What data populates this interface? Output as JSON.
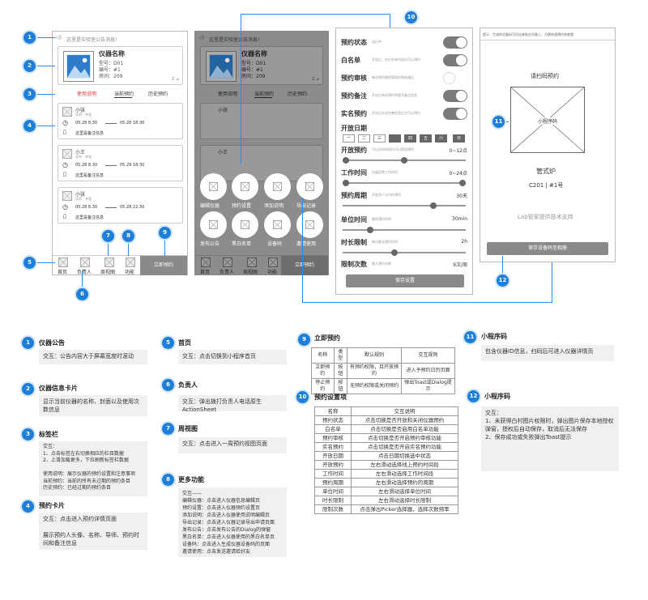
{
  "screen1": {
    "notice": "这里是实验室公告消息!",
    "device_name": "仪器名称",
    "model": "型号：D01",
    "number": "编号：#1",
    "room": "房间：209",
    "page_counter": "2 ⊿",
    "tabs": [
      "使用说明",
      "当前预约",
      "历史预约"
    ],
    "cards": [
      {
        "name": "小张",
        "sub": "导师：李强",
        "start": "05.28 8:30",
        "end": "05.28 18:30",
        "note": "这里是备注信息"
      },
      {
        "name": "小王",
        "sub": "导师：李强",
        "start": "05.28 8:30",
        "end": "05.29 18:30",
        "note": "这里是备注信息"
      },
      {
        "name": "小张",
        "sub": "导师：李强",
        "start": "05.28 8:30",
        "end": "05.28 22:30",
        "note": "这里是备注信息"
      }
    ],
    "nav": [
      "首页",
      "负责人",
      "周视图",
      "功能"
    ],
    "book_button": "立即预约"
  },
  "screen2": {
    "notice": "这里是实验室公告消息!",
    "device_name": "仪器名称",
    "model": "型号：D01",
    "number": "编号：#1",
    "room": "房间：209",
    "page_counter": "2 ⊿",
    "tabs": [
      "使用说明",
      "当前预约",
      "历史预约"
    ],
    "card_names": [
      "小张",
      "小王"
    ],
    "menu": [
      "编辑仪器",
      "预约设置",
      "添加说明",
      "导出记录",
      "发布公告",
      "黑白名单",
      "设备码",
      "邀请使用"
    ],
    "nav": [
      "首页",
      "负责人",
      "周视图",
      "功能"
    ],
    "book_button": "立即预约"
  },
  "screen3": {
    "rows": [
      {
        "label": "预约状态",
        "desc": "运行中",
        "on": true
      },
      {
        "label": "白名单",
        "desc": "开启后，仅白名单内成员可以预约",
        "on": true
      },
      {
        "label": "预约审核",
        "desc": "每次预约需经管理员审核通过",
        "on": false
      },
      {
        "label": "预约备注",
        "desc": "开启后每次预约时填写备注信息",
        "on": true
      },
      {
        "label": "实名预约",
        "desc": "开启后必须完善信息后才可以预约",
        "on": true
      }
    ],
    "open_date_label": "开放日期",
    "days": [
      "一",
      "二",
      "三",
      "四",
      "五",
      "六",
      "日"
    ],
    "sliders": [
      {
        "label": "开放预约",
        "desc": "可以在时间段内可以提前预约",
        "value": "0~12点"
      },
      {
        "label": "工作时间",
        "desc": "仪器运转工作时间",
        "value": "0~24点"
      },
      {
        "label": "预约周期",
        "desc": "开放多少天内的预约",
        "value": "30天"
      },
      {
        "label": "单位时间",
        "desc": "最短预约时间",
        "value": "30min"
      },
      {
        "label": "时长限制",
        "desc": "每次最长预约时间",
        "value": "2h"
      }
    ],
    "times_label": "限制次数",
    "times_desc": "最大预约次数",
    "times_value": "9次/周",
    "save_button": "保存设置"
  },
  "screen4": {
    "tip": "提示：生成的设备码可印出来贴在设备上，方便快速预约和查看",
    "title": "请扫码预约",
    "qr_label": "小程序码",
    "device": "管式炉",
    "location": "C201 | #1号",
    "support": "Lab管家提供技术支持",
    "save_button": "保存设备码至相册"
  },
  "badges": [
    "1",
    "2",
    "3",
    "4",
    "5",
    "6",
    "7",
    "8",
    "9",
    "10",
    "11",
    "12"
  ],
  "annotations": {
    "a1": {
      "num": "1",
      "title": "仪器公告",
      "body": "交互：公告内容大于屏幕宽度时滚动"
    },
    "a2": {
      "num": "2",
      "title": "仪器信息卡片",
      "body": "显示当前仪器的名称、封面以及使用次数信息"
    },
    "a3": {
      "num": "3",
      "title": "标签栏",
      "body": "交互：\n1、点击标签左右切换相应的栏目数据\n2、上滑加载更多，下拉刷新标签栏数据\n\n使用说明：展示仪器的预约设置和注意事项\n当前预约：当前的所有未过期的预约条目\n历史预约：已经过期的预约条目"
    },
    "a4": {
      "num": "4",
      "title": "预约卡片",
      "body": "交互：点击进入预约详情页面\n\n展示预约人头像、名称、导师、预约时间和备注信息"
    },
    "a5": {
      "num": "5",
      "title": "首页",
      "body": "交互：点击切换到小程序首页"
    },
    "a6": {
      "num": "6",
      "title": "负责人",
      "body": "交互：弹出拨打负责人电话原生ActionSheet"
    },
    "a7": {
      "num": "7",
      "title": "周视图",
      "body": "交互：点击进入一周预约视图页面"
    },
    "a8": {
      "num": "8",
      "title": "更多功能",
      "body": "交互——\n编辑仪器：点击进入仪器信息编辑页\n预约设置：点击进入仪器预约设置页\n添加说明：点击进入仪器使用说明编辑页\n导出记录：点击进入仪器记录导出申请页面\n发布公告：点击发布公告的Dialog的弹窗\n黑白名单：点击进入仪器使用的黑白名单页\n设备码：点击进入生成仪器设备码的页面\n邀请使用：点击发送邀请给好友"
    },
    "a9": {
      "num": "9",
      "title": "立即预约",
      "table": [
        [
          "名称",
          "类型",
          "默认规则",
          "交互规则"
        ],
        [
          "立即预约",
          "按钮",
          "有预约权限，且开放预约",
          "进入予预约日历页面"
        ],
        [
          "停止预约",
          "按钮",
          "无预约权限或关闭预约",
          "弹出Toast或Dialog提示"
        ]
      ]
    },
    "a10": {
      "num": "10",
      "title": "预约设置项",
      "table": [
        [
          "名称",
          "交互说明"
        ],
        [
          "预约状态",
          "点击切换是否开放和关闭仪器预约"
        ],
        [
          "白名单",
          "点击切换是否启用白名单功能"
        ],
        [
          "预约审核",
          "点击切换是否开启预约审核功能"
        ],
        [
          "实名预约",
          "点击切换是否开启实名预约功能"
        ],
        [
          "开放日期",
          "点击日期切换选中状态"
        ],
        [
          "开放预约",
          "左右滑动选择线上预约时间段"
        ],
        [
          "工作时间",
          "左右滑动选择工作时间段"
        ],
        [
          "预约周期",
          "左右滑动选择预约的周期"
        ],
        [
          "单位时间",
          "左右滑动选择单位时间"
        ],
        [
          "时长限制",
          "左右滑动选择时长限制"
        ],
        [
          "限制次数",
          "点击弹出Picker选择器，选择次数频率"
        ]
      ]
    },
    "a11": {
      "num": "11",
      "title": "小程序码",
      "body": "包含仪器ID信息，扫码后可进入仪器详情页"
    },
    "a12": {
      "num": "12",
      "title": "小程序码",
      "body": "交互：\n1、未获得白村图片权限时，弹出图片保存本地授权弹窗，授权后自动保存，取消后无法保存\n2、保存成功或失败弹出Toast提示"
    }
  }
}
